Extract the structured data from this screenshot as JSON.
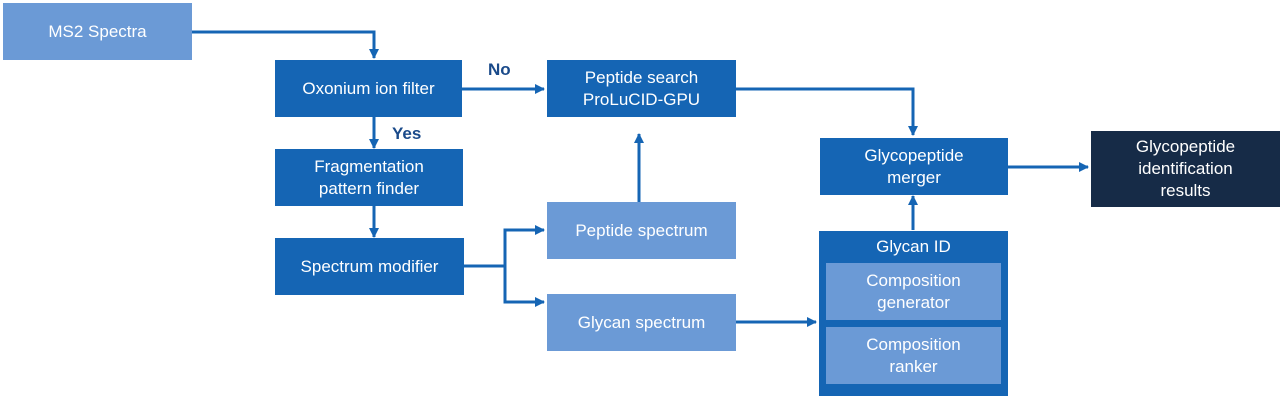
{
  "nodes": {
    "ms2_spectra": "MS2 Spectra",
    "oxonium_filter": "Oxonium ion filter",
    "fragmentation_finder": [
      "Fragmentation",
      "pattern finder"
    ],
    "spectrum_modifier": "Spectrum modifier",
    "peptide_search": [
      "Peptide search",
      "ProLuCID-GPU"
    ],
    "peptide_spectrum": "Peptide spectrum",
    "glycan_spectrum": "Glycan spectrum",
    "glycopeptide_merger": [
      "Glycopeptide",
      "merger"
    ],
    "glycan_id": "Glycan ID",
    "composition_generator": [
      "Composition",
      "generator"
    ],
    "composition_ranker": [
      "Composition",
      "ranker"
    ],
    "results": [
      "Glycopeptide",
      "identification",
      "results"
    ]
  },
  "edge_labels": {
    "no": "No",
    "yes": "Yes"
  },
  "colors": {
    "dark_blue": "#1565b4",
    "light_blue": "#6b9ad6",
    "navy": "#162b47",
    "arrow": "#1565b4"
  }
}
